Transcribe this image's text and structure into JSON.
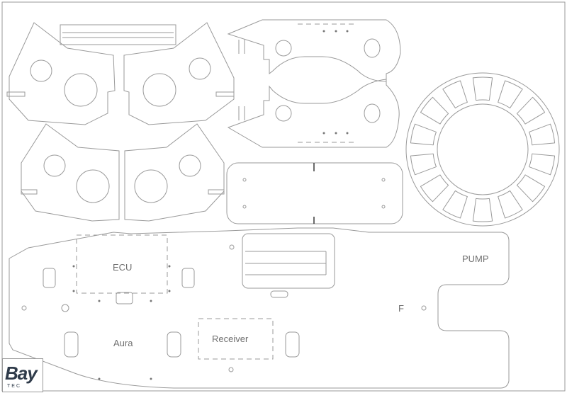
{
  "labels": {
    "ecu": "ECU",
    "aura": "Aura",
    "receiver": "Receiver",
    "pump": "PUMP",
    "f": "F"
  },
  "logo": {
    "name": "Bay",
    "sub": "TEC"
  },
  "colors": {
    "cut_line": "#9a9a9a",
    "label": "#707070",
    "logo": "#2f3b4a"
  }
}
